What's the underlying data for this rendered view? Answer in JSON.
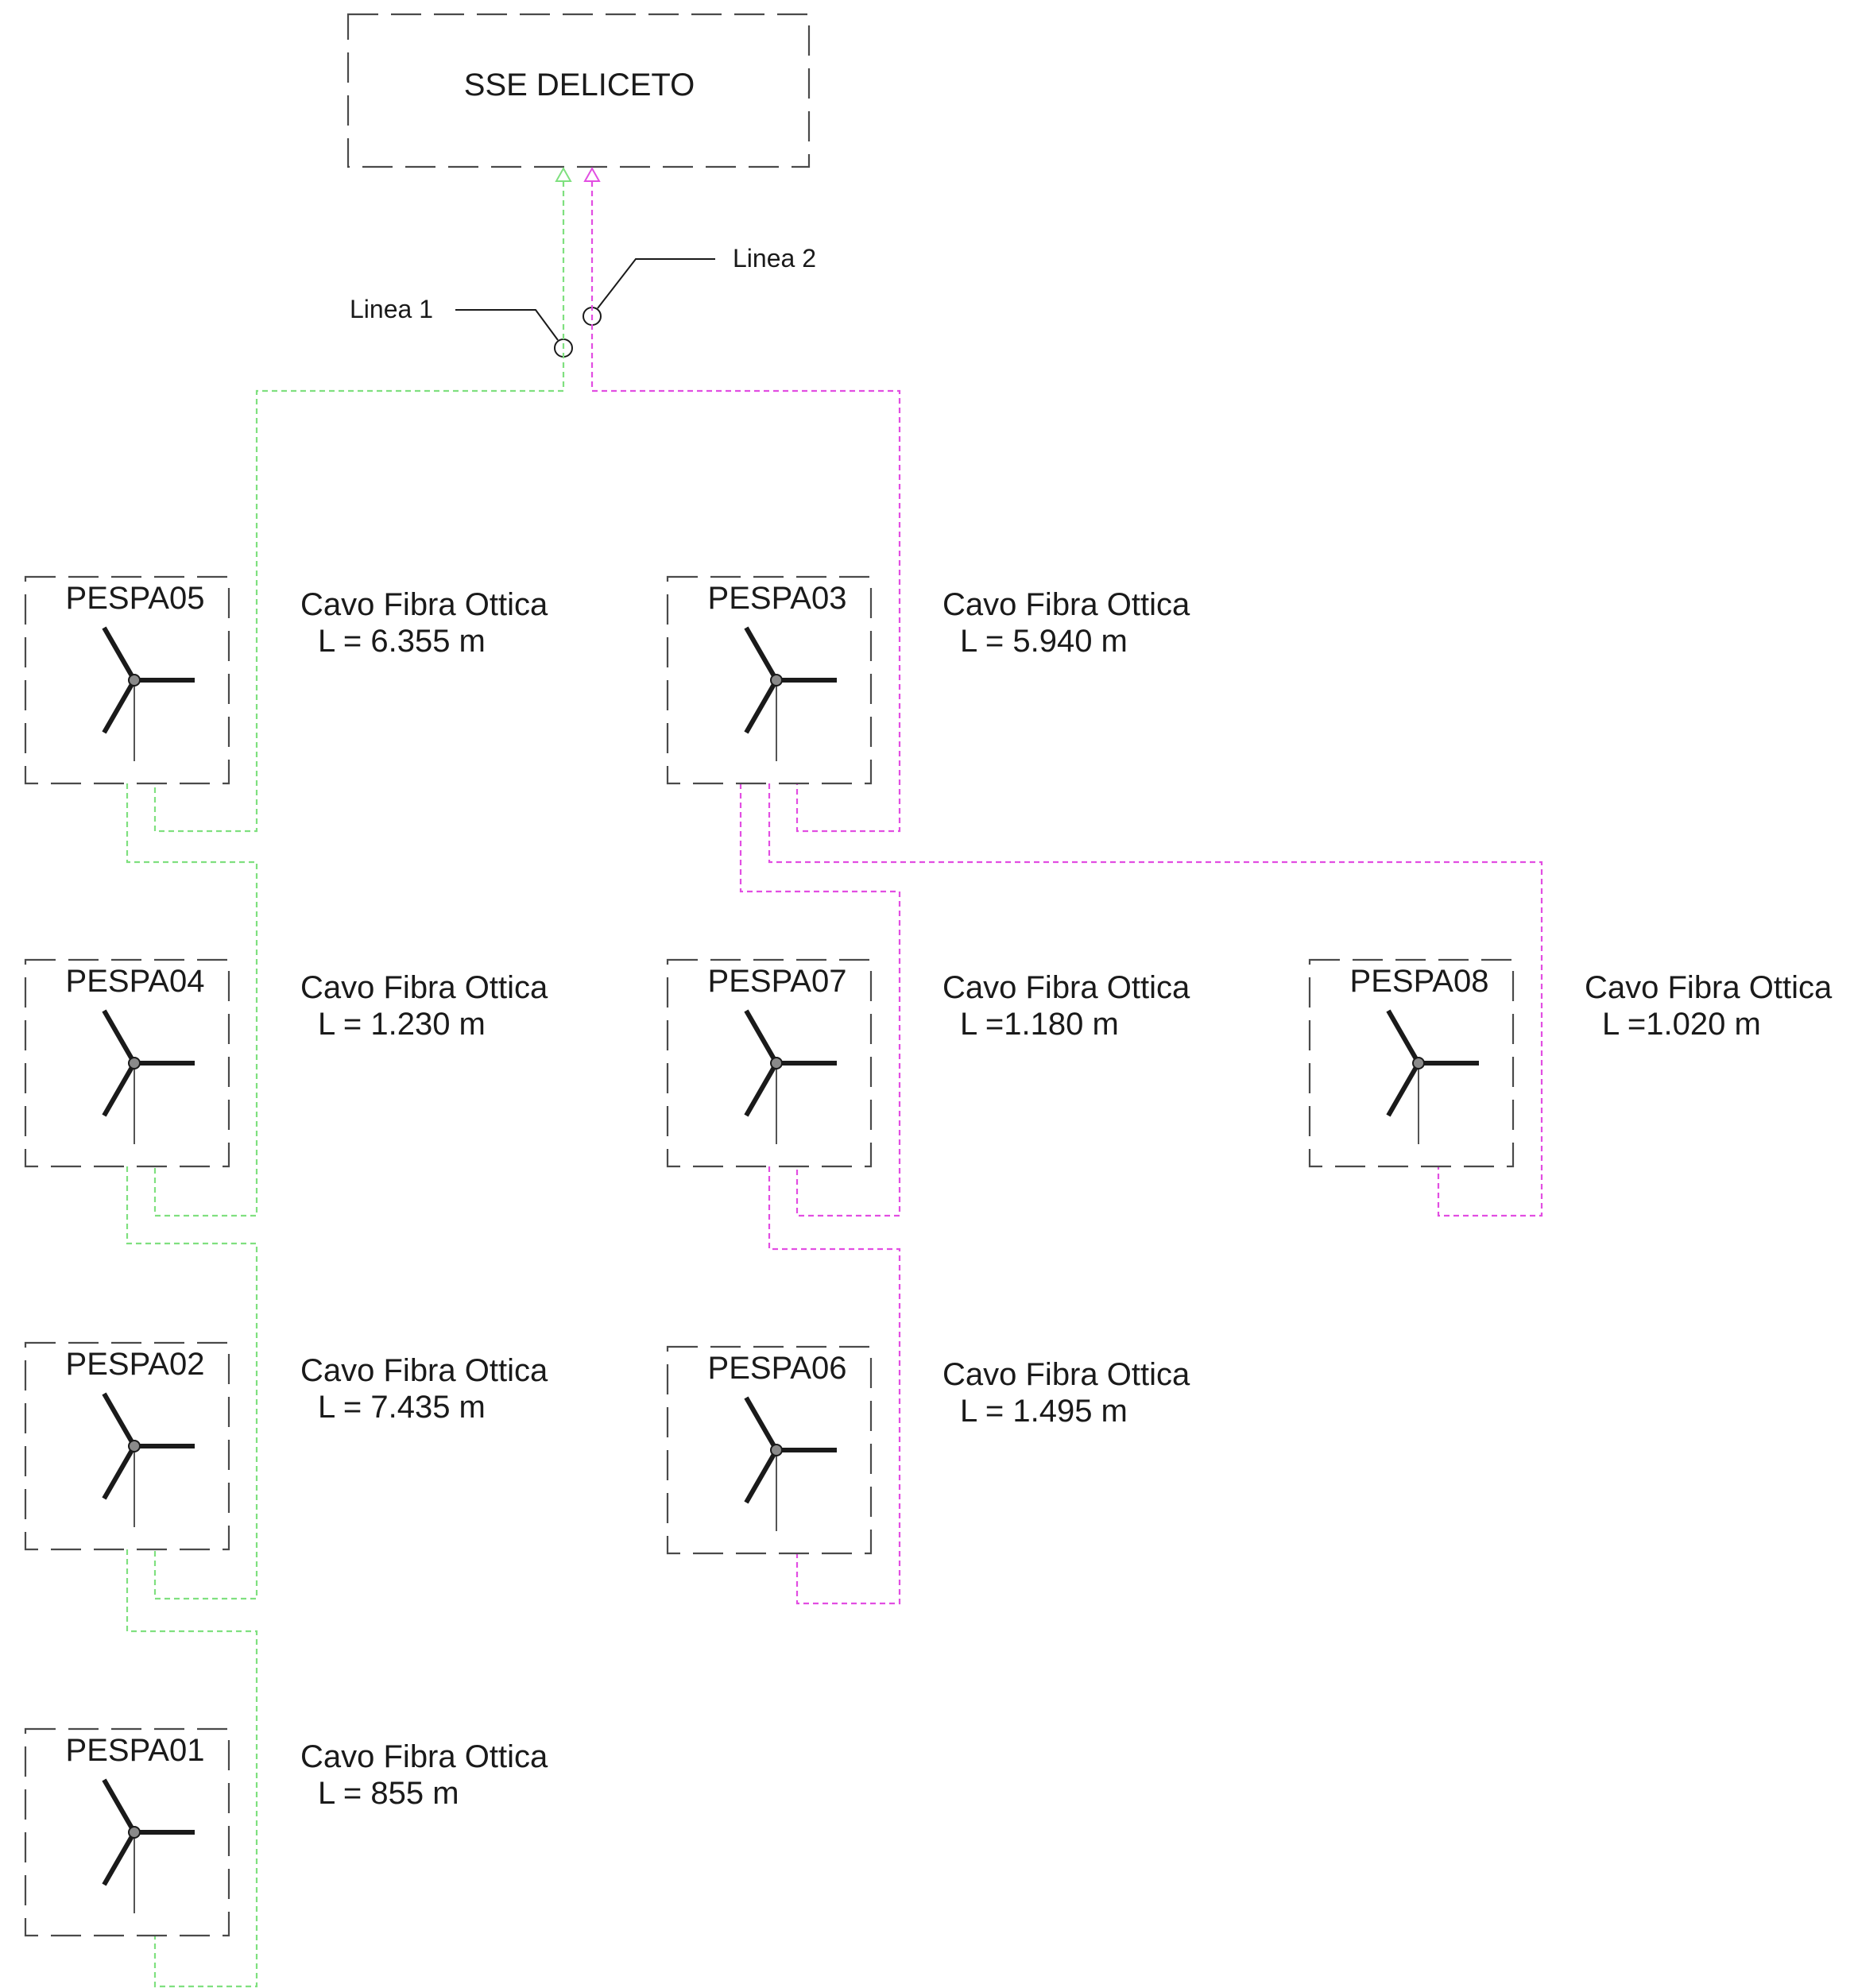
{
  "substation": {
    "label": "SSE DELICETO"
  },
  "lines": {
    "line1": {
      "label": "Linea 1",
      "color": "#7fe07f"
    },
    "line2": {
      "label": "Linea 2",
      "color": "#e24ee2"
    }
  },
  "turbines": [
    {
      "id": "PESPA05",
      "cable_label": "Cavo Fibra Ottica",
      "length": "L = 6.355 m",
      "line": "Linea 1"
    },
    {
      "id": "PESPA04",
      "cable_label": "Cavo Fibra Ottica",
      "length": "L = 1.230 m",
      "line": "Linea 1"
    },
    {
      "id": "PESPA02",
      "cable_label": "Cavo Fibra Ottica",
      "length": "L = 7.435 m",
      "line": "Linea 1"
    },
    {
      "id": "PESPA01",
      "cable_label": "Cavo Fibra Ottica",
      "length": "L = 855 m",
      "line": "Linea 1"
    },
    {
      "id": "PESPA03",
      "cable_label": "Cavo Fibra Ottica",
      "length": "L = 5.940 m",
      "line": "Linea 2"
    },
    {
      "id": "PESPA07",
      "cable_label": "Cavo Fibra Ottica",
      "length": "L =1.180 m",
      "line": "Linea 2"
    },
    {
      "id": "PESPA06",
      "cable_label": "Cavo Fibra Ottica",
      "length": "L = 1.495 m",
      "line": "Linea 2"
    },
    {
      "id": "PESPA08",
      "cable_label": "Cavo Fibra Ottica",
      "length": "L =1.020 m",
      "line": "Linea 2"
    }
  ]
}
